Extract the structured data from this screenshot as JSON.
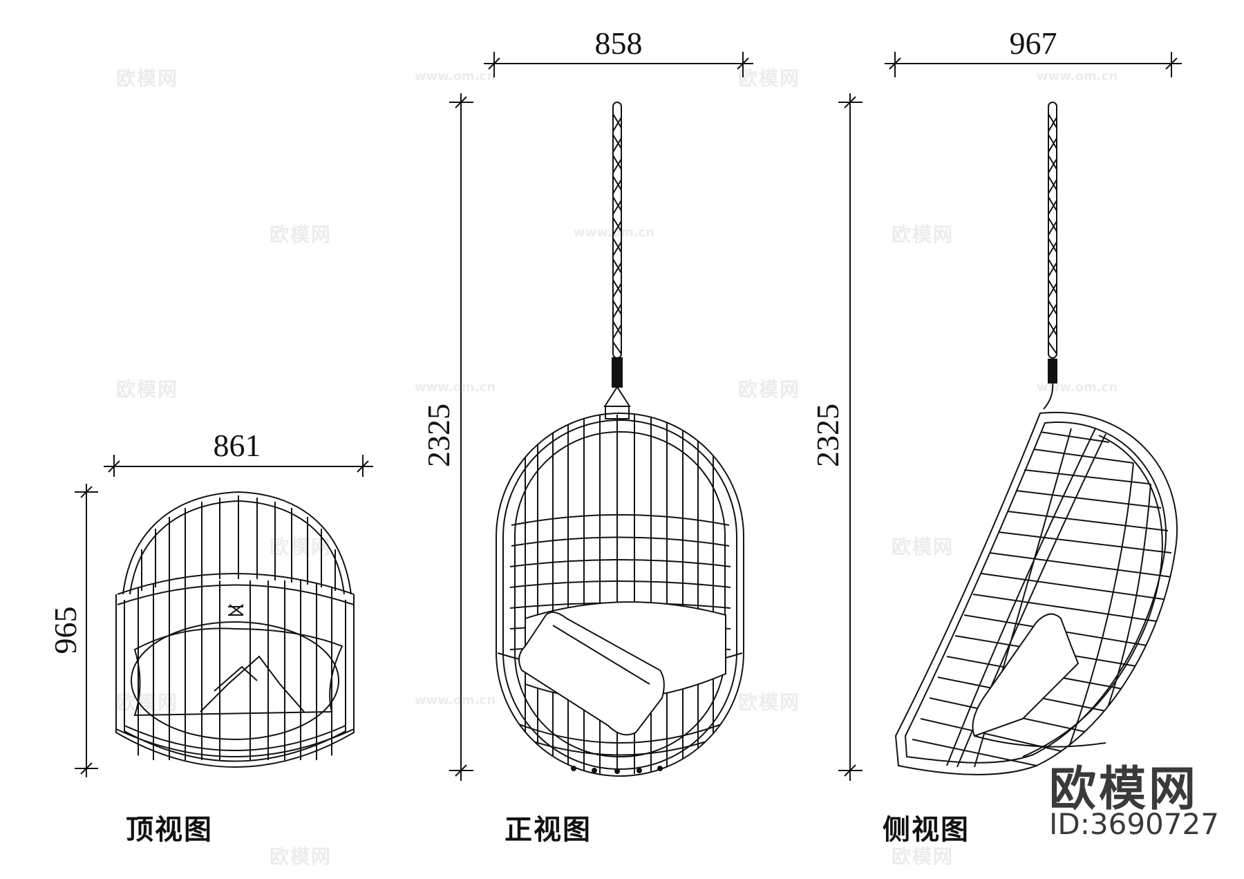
{
  "dimensions": {
    "top_width": "861",
    "top_height": "965",
    "front_width": "858",
    "front_height": "2325",
    "side_width": "967",
    "side_height": "2325"
  },
  "labels": {
    "top_view": "顶视图",
    "front_view": "正视图",
    "side_view": "侧视图"
  },
  "brand": {
    "name": "欧模网",
    "id": "ID:3690727"
  },
  "watermark": {
    "text": "欧模网",
    "url": "www.om.cn"
  },
  "colors": {
    "line": "#111111",
    "watermark": "#ececec"
  }
}
